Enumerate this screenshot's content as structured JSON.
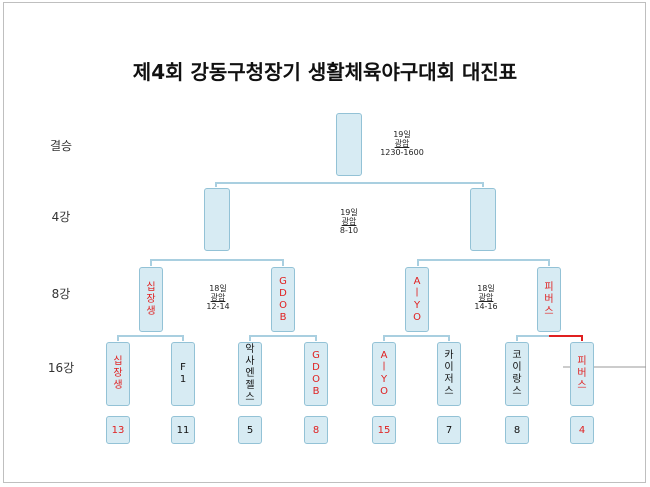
{
  "title": "제4회 강동구청장기 생활체육야구대회 대진표",
  "rounds": {
    "final": "결승",
    "semi": "4강",
    "quarter": "8강",
    "r16": "16강"
  },
  "notes": {
    "final": [
      "19일",
      "광암",
      "1230-1600"
    ],
    "semi": [
      "19일",
      "광암",
      "8-10"
    ],
    "qf_left": [
      "18일",
      "광암",
      "12-14"
    ],
    "qf_right": [
      "18일",
      "광암",
      "14-16"
    ]
  },
  "quarter": [
    {
      "chars": [
        "십",
        "장",
        "생"
      ],
      "color": "red"
    },
    {
      "chars": [
        "G",
        "D",
        "O",
        "B"
      ],
      "color": "red"
    },
    {
      "chars": [
        "A",
        "ㅣ",
        "Y",
        "O"
      ],
      "color": "red"
    },
    {
      "chars": [
        "피",
        "버",
        "스"
      ],
      "color": "red"
    }
  ],
  "r16": [
    {
      "chars": [
        "십",
        "장",
        "생"
      ],
      "color": "red"
    },
    {
      "chars": [
        "F",
        "1"
      ],
      "color": "black"
    },
    {
      "chars": [
        "악",
        "사",
        "엔",
        "젤",
        "스"
      ],
      "color": "black"
    },
    {
      "chars": [
        "G",
        "D",
        "O",
        "B"
      ],
      "color": "red"
    },
    {
      "chars": [
        "A",
        "ㅣ",
        "Y",
        "O"
      ],
      "color": "red"
    },
    {
      "chars": [
        "카",
        "이",
        "저",
        "스"
      ],
      "color": "black"
    },
    {
      "chars": [
        "코",
        "이",
        "랑",
        "스"
      ],
      "color": "black"
    },
    {
      "chars": [
        "피",
        "버",
        "스"
      ],
      "color": "red"
    }
  ],
  "seeds": [
    {
      "value": "13",
      "color": "red"
    },
    {
      "value": "11",
      "color": "black"
    },
    {
      "value": "5",
      "color": "black"
    },
    {
      "value": "8",
      "color": "red"
    },
    {
      "value": "15",
      "color": "red"
    },
    {
      "value": "7",
      "color": "black"
    },
    {
      "value": "8",
      "color": "black"
    },
    {
      "value": "4",
      "color": "red"
    }
  ],
  "colors": {
    "box_fill": "#d7ebf3",
    "box_border": "#93c2d6",
    "win_line": "#e02020",
    "line": "#a9cfe0"
  }
}
